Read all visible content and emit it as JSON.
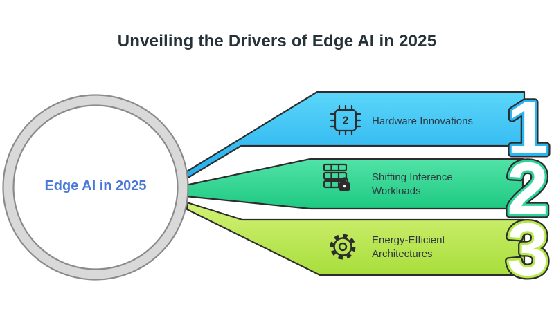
{
  "title": "Unveiling the Drivers of Edge AI in 2025",
  "hub": {
    "label": "Edge AI in 2025"
  },
  "items": [
    {
      "number": "1",
      "label": "Hardware Innovations",
      "icon": "chip-icon",
      "chip_digit": "2",
      "color": "#29b6f0"
    },
    {
      "number": "2",
      "label": "Shifting Inference Workloads",
      "icon": "database-lock-icon",
      "color": "#2ed49a"
    },
    {
      "number": "3",
      "label": "Energy-Efficient Architectures",
      "icon": "gear-icon",
      "color": "#b5e84a"
    }
  ],
  "colors": {
    "banner1_top": "#5bd6f9",
    "banner1_bottom": "#22adee",
    "banner2_top": "#52e3a8",
    "banner2_bottom": "#1ec981",
    "banner3_top": "#d2f175",
    "banner3_bottom": "#a8de3c",
    "outline": "#2d2d2d",
    "ring_body": "#d9d9d9",
    "ring_edge": "#8b8b8b",
    "hub_text": "#4a78d8",
    "title_text": "#263238",
    "label_text": "#2f3640"
  }
}
